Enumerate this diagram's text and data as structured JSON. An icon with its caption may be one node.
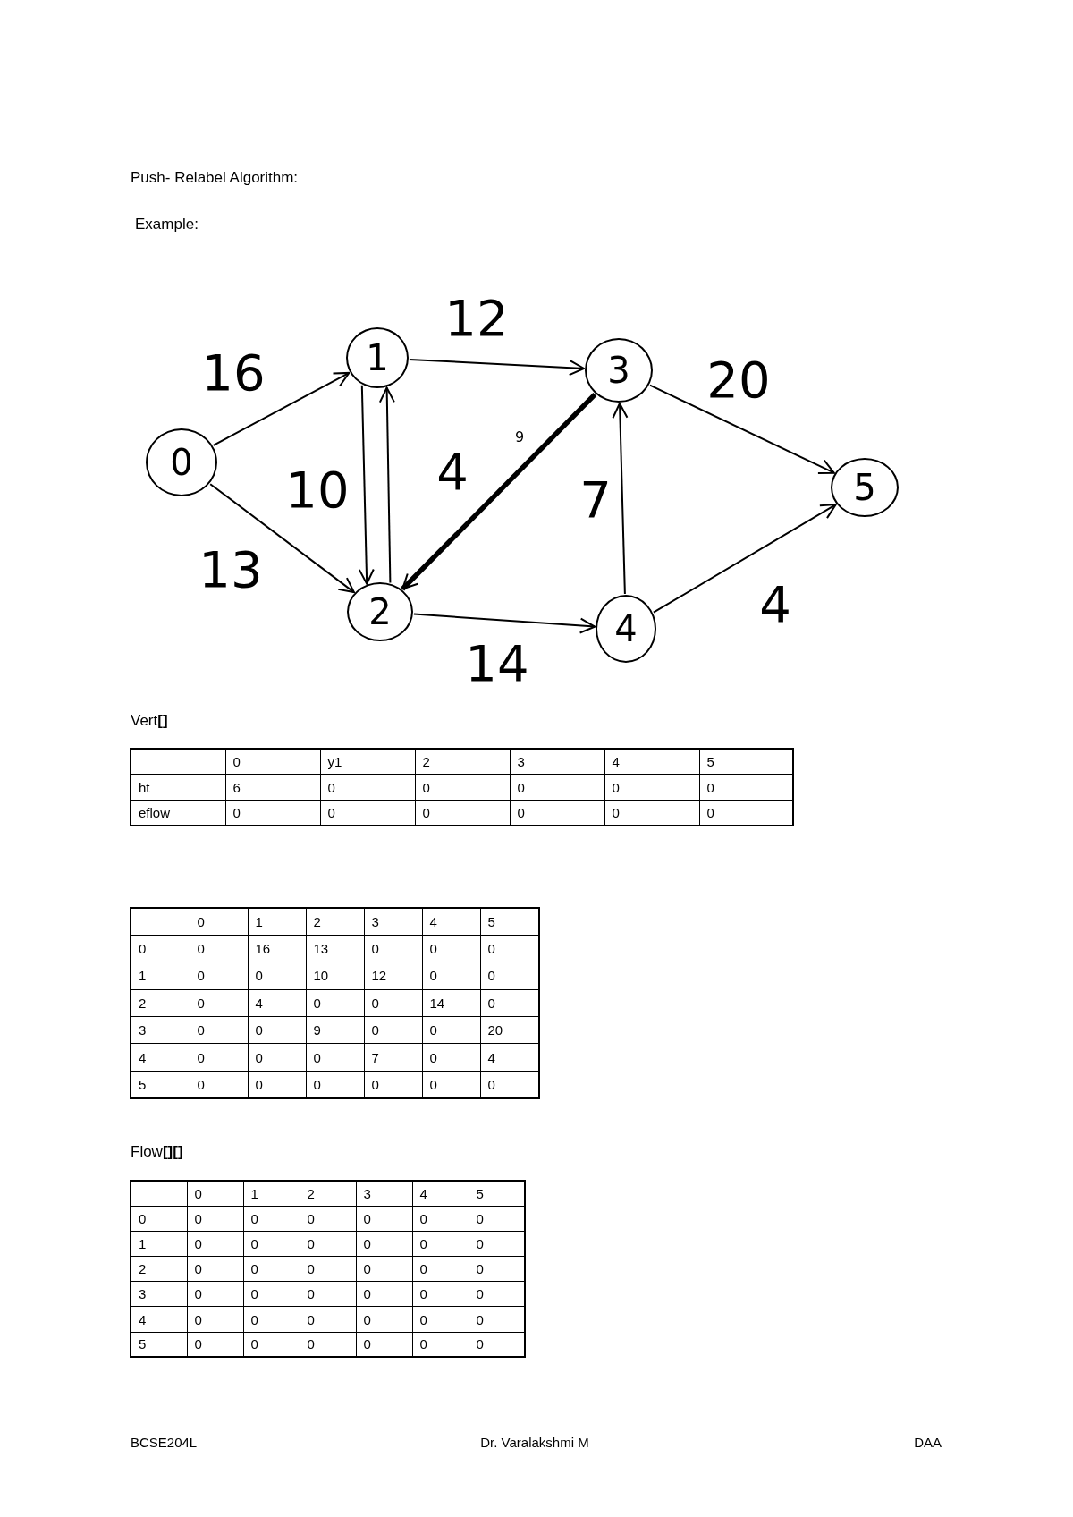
{
  "diagram": {
    "title": "Push- Relabel Algorithm:",
    "nodes": [
      {
        "text": [
          "0"
        ]
      },
      {
        "text": [
          "1"
        ]
      },
      {
        "text": [
          "2"
        ]
      },
      {
        "text": [
          "3"
        ]
      },
      {
        "text": [
          "4"
        ]
      },
      {
        "text": [
          "5"
        ]
      }
    ],
    "edges": [
      {
        "from": 0,
        "to": 1,
        "arrow": "to",
        "label": "16"
      },
      {
        "from": 0,
        "to": 2,
        "arrow": "to",
        "label": "13"
      },
      {
        "from": 1,
        "to": 3,
        "arrow": "to",
        "label": "12"
      },
      {
        "from": 1,
        "to": 2,
        "arrow": "to",
        "label": "10"
      },
      {
        "from": 2,
        "to": 1,
        "arrow": "to",
        "label": "4"
      },
      {
        "from": 3,
        "to": 2,
        "arrow": "to",
        "label": "9",
        "style": "thick"
      },
      {
        "from": 2,
        "to": 4,
        "arrow": "to",
        "label": "14"
      },
      {
        "from": 4,
        "to": 3,
        "arrow": "to",
        "label": "7"
      },
      {
        "from": 3,
        "to": 5,
        "arrow": "to",
        "label": "20"
      },
      {
        "from": 4,
        "to": 5,
        "arrow": "to",
        "label": "4"
      }
    ],
    "labels": [
      "Example:",
      "Vert**[]**",
      "0",
      "y1",
      "2",
      "3",
      "4",
      "5",
      "ht",
      "6",
      "0",
      "0",
      "0",
      "0",
      "0",
      "eflow",
      "0",
      "0",
      "0",
      "0",
      "0",
      "0",
      "0",
      "1",
      "2",
      "3",
      "4",
      "5",
      "0",
      "0",
      "16",
      "13",
      "0",
      "0",
      "0",
      "1",
      "0",
      "0",
      "10",
      "12",
      "0",
      "0",
      "2",
      "0",
      "4",
      "0",
      "0",
      "14",
      "0",
      "3",
      "0",
      "0",
      "9",
      "0",
      "0",
      "20",
      "4",
      "0",
      "0",
      "0",
      "7",
      "0",
      "4",
      "5",
      "0",
      "0",
      "0",
      "0",
      "0",
      "0",
      "Flow**[][]**",
      "0",
      "1",
      "2",
      "3",
      "4",
      "5",
      "0",
      "0",
      "0",
      "0",
      "0",
      "0",
      "0",
      "1",
      "0",
      "0",
      "0",
      "0",
      "0",
      "0",
      "2",
      "0",
      "0",
      "0",
      "0",
      "0",
      "0",
      "3",
      "0",
      "0",
      "0",
      "0",
      "0",
      "0",
      "4",
      "0",
      "0",
      "0",
      "0",
      "0",
      "0",
      "5",
      "0",
      "0",
      "0",
      "0",
      "0",
      "0",
      "BCSE204L",
      "Dr. Varalakshmi M",
      "DAA"
    ]
  }
}
